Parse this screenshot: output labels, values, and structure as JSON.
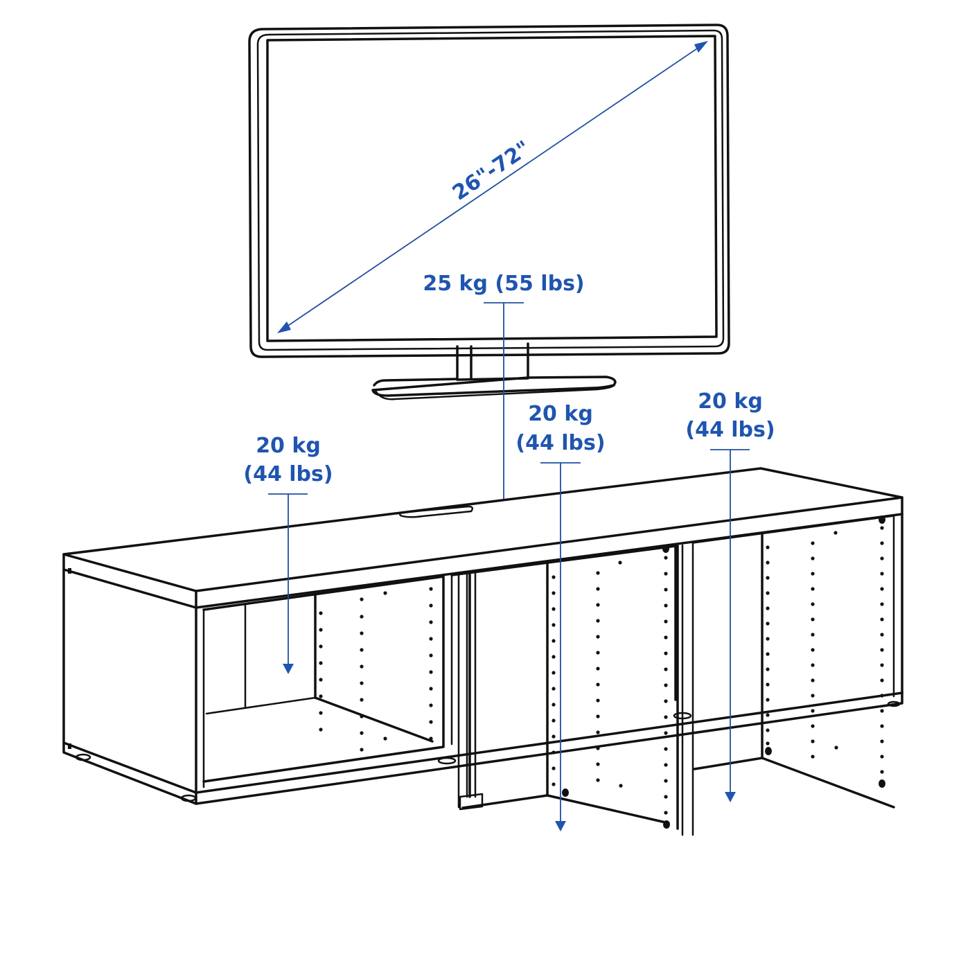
{
  "diagram": {
    "title": "TV bench load capacity diagram",
    "accent_color": "#1f55b0",
    "line_color": "#111111",
    "tv": {
      "screen_size_label": "26\"-72\"",
      "max_weight_label": "25 kg (55 lbs)"
    },
    "compartments": [
      {
        "id": "left",
        "line1": "20 kg",
        "line2": "(44 lbs)"
      },
      {
        "id": "middle",
        "line1": "20 kg",
        "line2": "(44 lbs)"
      },
      {
        "id": "right",
        "line1": "20 kg",
        "line2": "(44 lbs)"
      }
    ]
  }
}
